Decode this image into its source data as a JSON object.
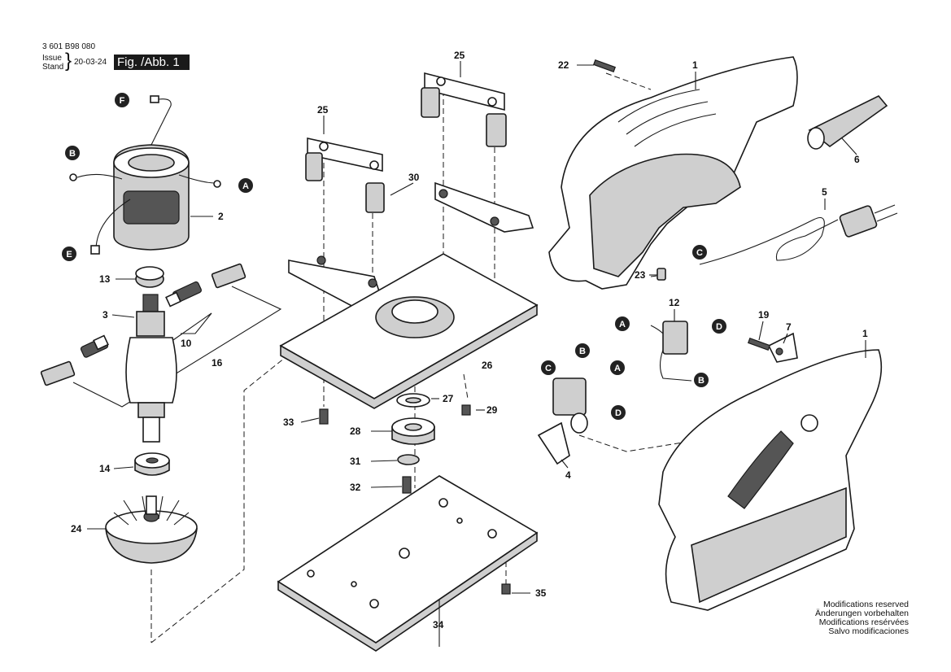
{
  "header": {
    "part_number": "3 601 B98 080",
    "issue_label": "Issue",
    "stand_label": "Stand",
    "date": "20-03-24",
    "figure_label": "Fig. /Abb. 1"
  },
  "notes": [
    "Modifications reserved",
    "Änderungen vorbehalten",
    "Modifications resérvées",
    "Salvo modificaciones"
  ],
  "callouts": {
    "n1": "1",
    "n2": "2",
    "n3": "3",
    "n4": "4",
    "n5": "5",
    "n6": "6",
    "n7": "7",
    "n10": "10",
    "n12": "12",
    "n13": "13",
    "n14": "14",
    "n16": "16",
    "n19": "19",
    "n22": "22",
    "n23": "23",
    "n24": "24",
    "n25": "25",
    "n26": "26",
    "n27": "27",
    "n28": "28",
    "n29": "29",
    "n30": "30",
    "n31": "31",
    "n32": "32",
    "n33": "33",
    "n34": "34",
    "n35": "35"
  },
  "wire_tags": {
    "A": "A",
    "B": "B",
    "C": "C",
    "D": "D",
    "E": "E",
    "F": "F"
  }
}
